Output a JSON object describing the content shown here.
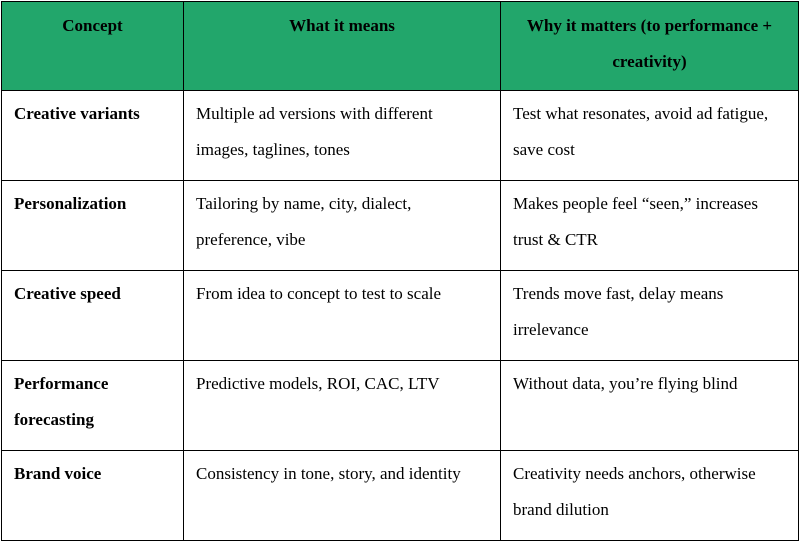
{
  "table": {
    "header_bg": "#22a66b",
    "headers": [
      "Concept",
      "What it means",
      "Why it matters (to performance + creativity)"
    ],
    "rows": [
      {
        "concept": "Creative variants",
        "meaning": "Multiple ad versions with different images, taglines, tones",
        "why": "Test what resonates, avoid ad fatigue, save cost"
      },
      {
        "concept": "Personalization",
        "meaning": "Tailoring by name, city, dialect, preference, vibe",
        "why": "Makes people feel “seen,” increases trust & CTR"
      },
      {
        "concept": "Creative speed",
        "meaning": "From idea to concept to test to scale",
        "why": "Trends move fast, delay means irrelevance"
      },
      {
        "concept": "Performance forecasting",
        "meaning": "Predictive models, ROI, CAC, LTV",
        "why": "Without data, you’re flying blind"
      },
      {
        "concept": "Brand voice",
        "meaning": "Consistency in tone, story, and identity",
        "why": "Creativity needs anchors, otherwise brand dilution"
      }
    ]
  }
}
